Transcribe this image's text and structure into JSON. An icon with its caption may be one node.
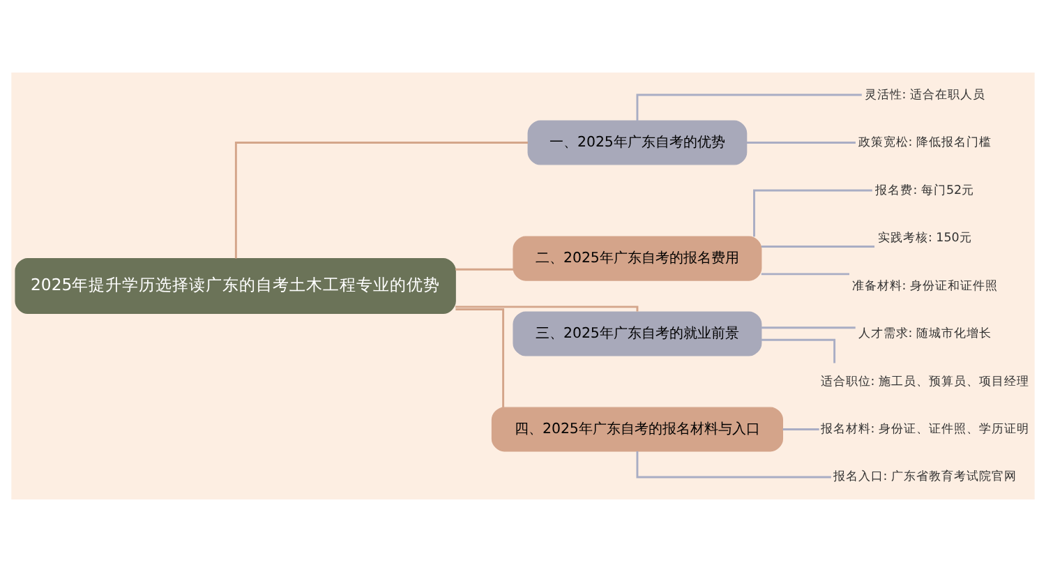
{
  "diagram": {
    "nodes": [
      {
        "text": [
          "2025年提升学历选择读广东的自考土木工程专业的优势"
        ]
      },
      {
        "text": [
          "一、2025年广东自考的优势"
        ]
      },
      {
        "text": [
          "灵活性: 适合在职人员"
        ]
      },
      {
        "text": [
          "政策宽松: 降低报名门槛"
        ]
      },
      {
        "text": [
          "二、2025年广东自考的报名费用"
        ]
      },
      {
        "text": [
          "报名费: 每门52元"
        ]
      },
      {
        "text": [
          "实践考核: 150元"
        ]
      },
      {
        "text": [
          "准备材料: 身份证和证件照"
        ]
      },
      {
        "text": [
          "三、2025年广东自考的就业前景"
        ]
      },
      {
        "text": [
          "人才需求: 随城市化增长"
        ]
      },
      {
        "text": [
          "适合职位: 施工员、预算员、项目经理"
        ]
      },
      {
        "text": [
          "四、2025年广东自考的报名材料与入口"
        ]
      },
      {
        "text": [
          "报名材料: 身份证、证件照、学历证明"
        ]
      },
      {
        "text": [
          "报名入口: 广东省教育考试院官网"
        ]
      }
    ],
    "edges": [
      {
        "from": 0,
        "to": 1,
        "arrow": "none",
        "color": "#d4a58a"
      },
      {
        "from": 1,
        "to": 2,
        "arrow": "none"
      },
      {
        "from": 1,
        "to": 3,
        "arrow": "none"
      },
      {
        "from": 0,
        "to": 4,
        "arrow": "none",
        "color": "#d4a58a"
      },
      {
        "from": 4,
        "to": 5,
        "arrow": "none"
      },
      {
        "from": 4,
        "to": 6,
        "arrow": "none"
      },
      {
        "from": 4,
        "to": 7,
        "arrow": "none"
      },
      {
        "from": 0,
        "to": 8,
        "arrow": "none",
        "color": "#d4a58a"
      },
      {
        "from": 8,
        "to": 9,
        "arrow": "none"
      },
      {
        "from": 8,
        "to": 10,
        "arrow": "none"
      },
      {
        "from": 0,
        "to": 11,
        "arrow": "none",
        "color": "#d4a58a"
      },
      {
        "from": 11,
        "to": 12,
        "arrow": "none"
      },
      {
        "from": 11,
        "to": 13,
        "arrow": "none"
      }
    ]
  }
}
